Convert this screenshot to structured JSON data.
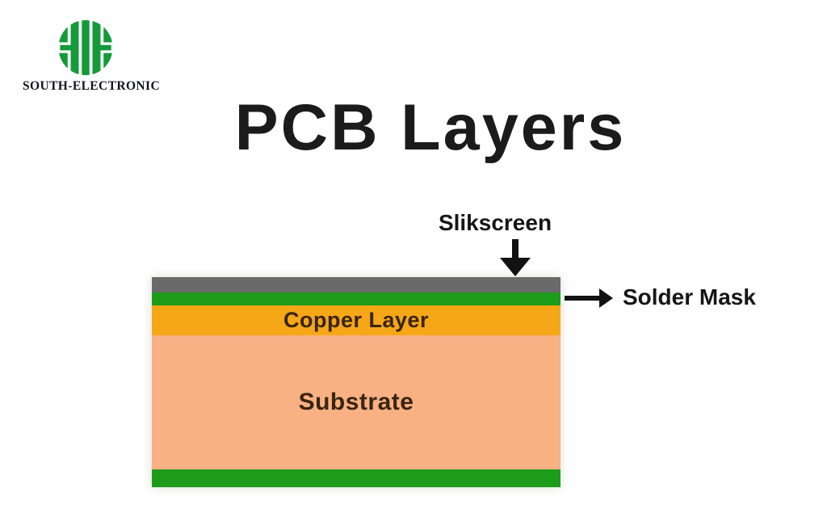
{
  "logo": {
    "brand": "SOUTH-ELECTRONIC",
    "icon": "south-electronic-emblem",
    "color": "#149a3a"
  },
  "title": "PCB Layers",
  "diagram": {
    "annotations": {
      "silkscreen": "Slikscreen",
      "solder_mask": "Solder Mask"
    },
    "layers": [
      {
        "id": "silkscreen",
        "label": "",
        "color": "#6a6a6a",
        "height": 19
      },
      {
        "id": "solder-mask-top",
        "label": "",
        "color": "#1d9b1a",
        "height": 16
      },
      {
        "id": "copper",
        "label": "Copper Layer",
        "color": "#f5a717",
        "height": 37
      },
      {
        "id": "substrate",
        "label": "Substrate",
        "color": "#f7b183",
        "height": 166
      },
      {
        "id": "solder-mask-bottom",
        "label": "",
        "color": "#1d9b1a",
        "height": 22
      }
    ],
    "label_color": "#3a2410",
    "annotation_color": "#161616"
  }
}
